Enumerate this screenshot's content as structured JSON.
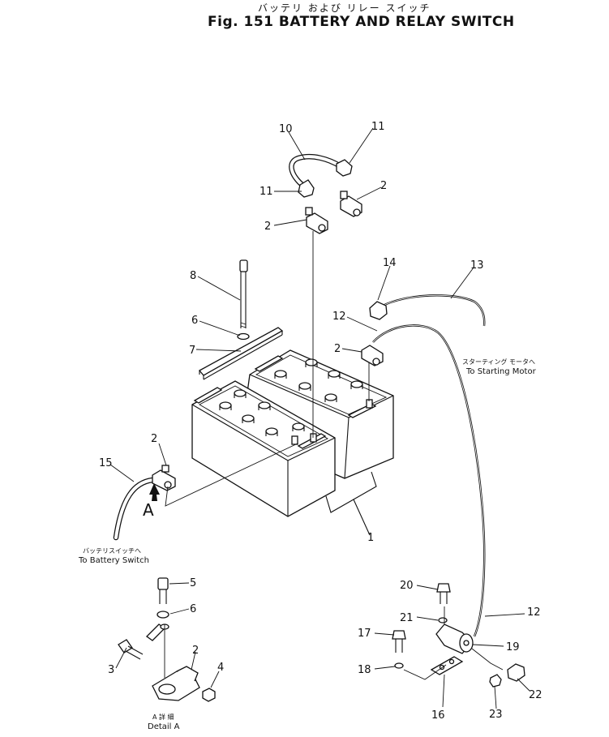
{
  "header": {
    "title_jp": "バッテリ および リレー スイッチ",
    "title_en": "Fig. 151 BATTERY AND RELAY SWITCH"
  },
  "notes": {
    "starting_motor_jp": "スターティング モータへ",
    "starting_motor_en": "To Starting Motor",
    "battery_switch_jp": "バッテリスイッチへ",
    "battery_switch_en": "To Battery Switch",
    "detail_jp": "A 詳 細",
    "detail_en": "Detail A",
    "view_arrow_label": "A"
  },
  "callouts": {
    "p1": "1",
    "p2a": "2",
    "p2b": "2",
    "p2c": "2",
    "p2d": "2",
    "p2e": "2",
    "p3": "3",
    "p4": "4",
    "p5": "5",
    "p6a": "6",
    "p6b": "6",
    "p7": "7",
    "p8": "8",
    "p10": "10",
    "p11a": "11",
    "p11b": "11",
    "p12a": "12",
    "p12b": "12",
    "p13": "13",
    "p14": "14",
    "p15": "15",
    "p16": "16",
    "p17": "17",
    "p18": "18",
    "p19": "19",
    "p20": "20",
    "p21": "21",
    "p22": "22",
    "p23": "23"
  }
}
